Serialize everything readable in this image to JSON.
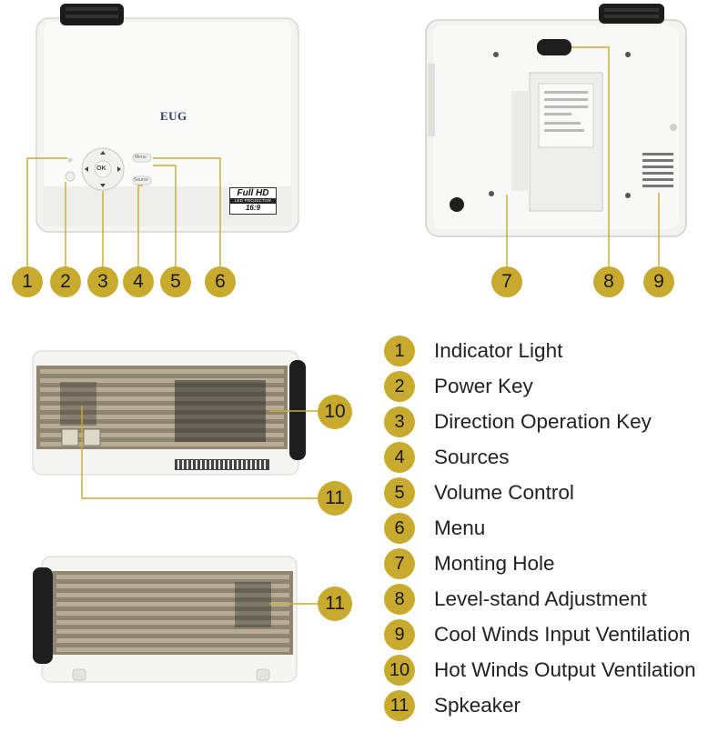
{
  "brand_logo_text": "EUG",
  "hd_label": {
    "line1": "Full HD",
    "line2": "LED PROJECTOR",
    "line3": "16:9"
  },
  "front_button_text": {
    "ok": "OK",
    "menu": "Menu",
    "source": "Source"
  },
  "callout_numbers": [
    "1",
    "2",
    "3",
    "4",
    "5",
    "6",
    "7",
    "8",
    "9",
    "10",
    "11"
  ],
  "legend": [
    {
      "number": "1",
      "label": "Indicator Light"
    },
    {
      "number": "2",
      "label": "Power Key"
    },
    {
      "number": "3",
      "label": "Direction Operation Key"
    },
    {
      "number": "4",
      "label": "Sources"
    },
    {
      "number": "5",
      "label": "Volume Control"
    },
    {
      "number": "6",
      "label": "Menu"
    },
    {
      "number": "7",
      "label": "Monting Hole"
    },
    {
      "number": "8",
      "label": "Level-stand Adjustment"
    },
    {
      "number": "9",
      "label": "Cool Winds Input Ventilation"
    },
    {
      "number": "10",
      "label": "Hot Winds Output Ventilation"
    },
    {
      "number": "11",
      "label": "Spkeaker"
    }
  ],
  "colors": {
    "badge": "#c8ab2e",
    "leader_line": "#c8ab2e",
    "housing": "#f7f7f5",
    "vent": "#8f8570",
    "lens": "#1e1e1e"
  }
}
